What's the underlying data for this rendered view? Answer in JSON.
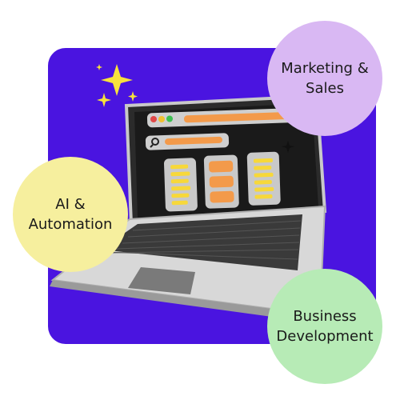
{
  "bubbles": {
    "marketing": {
      "label": "Marketing &\nSales",
      "color": "#d9b8f3"
    },
    "ai": {
      "label": "AI &\nAutomation",
      "color": "#f6ef9e"
    },
    "business": {
      "label": "Business\nDevelopment",
      "color": "#b7ebb6"
    }
  },
  "colors": {
    "background_square": "#4a14e0",
    "sparkle": "#f7e23c",
    "screen_accent": "#f39a4a"
  },
  "icons": {
    "sparkles": "sparkles-icon",
    "search": "search-icon",
    "laptop": "laptop-illustration"
  }
}
